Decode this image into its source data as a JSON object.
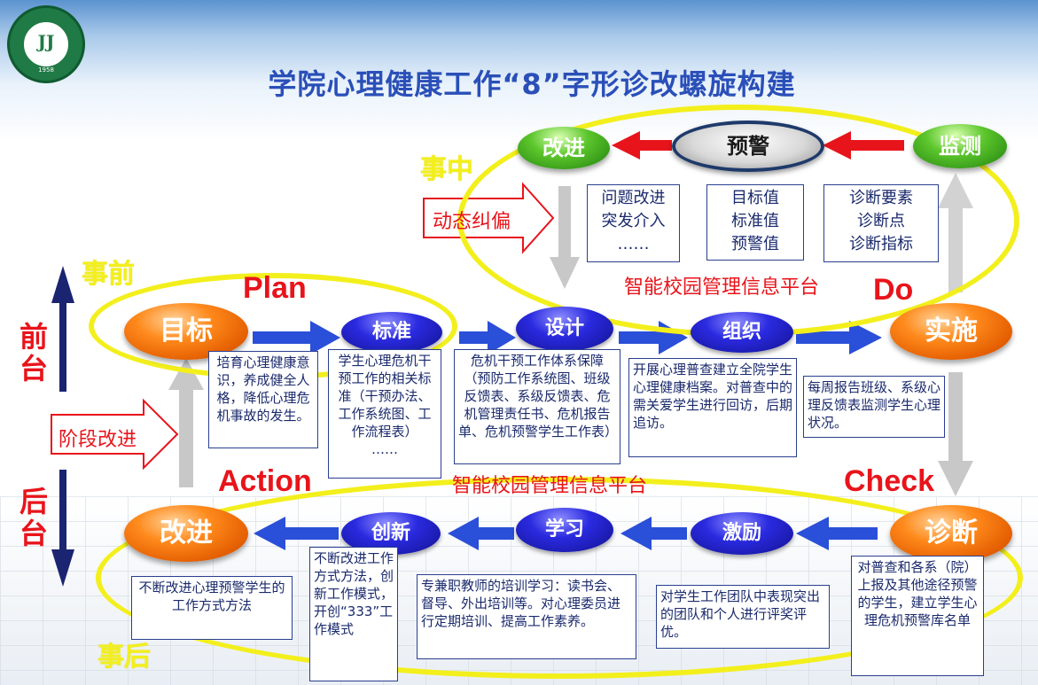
{
  "title": "学院心理健康工作“8”字形诊改螺旋构建",
  "logo": {
    "mark": "JJ",
    "year": "1958"
  },
  "stage_labels": {
    "during": "事中",
    "before": "事前",
    "after": "事后"
  },
  "side_labels": {
    "front": "前台",
    "back": "后台"
  },
  "pdca": {
    "plan": "Plan",
    "do": "Do",
    "check": "Check",
    "action": "Action"
  },
  "top_nodes": {
    "improve": "改进",
    "warning": "预警",
    "monitor": "监测"
  },
  "middle_nodes": {
    "goal": "目标",
    "standard": "标准",
    "design": "设计",
    "organize": "组织",
    "implement": "实施"
  },
  "bottom_nodes": {
    "improve": "改进",
    "innovate": "创新",
    "learn": "学习",
    "motivate": "激励",
    "diagnose": "诊断"
  },
  "dynamic_correction": "动态纠偏",
  "stage_improvement": "阶段改进",
  "platform_top": "智能校园管理信息平台",
  "platform_mid": "智能校园管理信息平台",
  "top_boxes": {
    "improve": [
      "问题改进",
      "突发介入",
      "……"
    ],
    "warning": [
      "目标值",
      "标准值",
      "预警值"
    ],
    "monitor": [
      "诊断要素",
      "诊断点",
      "诊断指标"
    ]
  },
  "middle_boxes": {
    "goal": "培育心理健康意识，养成健全人格，降低心理危机事故的发生。",
    "standard": "学生心理危机干预工作的相关标准（干预办法、工作系统图、工作流程表）",
    "standard_tail": "……",
    "design": "危机干预工作体系保障（预防工作系统图、班级反馈表、系级反馈表、危机管理责任书、危机报告单、危机预警学生工作表）",
    "organize": "开展心理普查建立全院学生心理健康档案。对普查中的需关爱学生进行回访，后期追访。",
    "implement": "每周报告班级、系级心理反馈表监测学生心理状况。"
  },
  "bottom_boxes": {
    "improve": "不断改进心理预警学生的工作方式方法",
    "innovate": "不断改进工作方式方法，创新工作模式，开创“333”工作模式",
    "learn": "专兼职教师的培训学习：读书会、督导、外出培训等。对心理委员进行定期培训、提高工作素养。",
    "motivate": "对学生工作团队中表现突出的团队和个人进行评奖评优。",
    "diagnose": "对普查和各系（院）上报及其他途径预警的学生，建立学生心理危机预警库名单"
  },
  "colors": {
    "title": "#2a4fb8",
    "yellow": "#f3ef1c",
    "red": "#e8141b",
    "orange_node": "#ff8a1c",
    "navy_node": "#1a1aa8",
    "green_node": "#4cb51f",
    "blue_arrow": "#2a4fd8",
    "gray_arrow": "#c8c8c8",
    "dark_arrow": "#1a2470"
  }
}
